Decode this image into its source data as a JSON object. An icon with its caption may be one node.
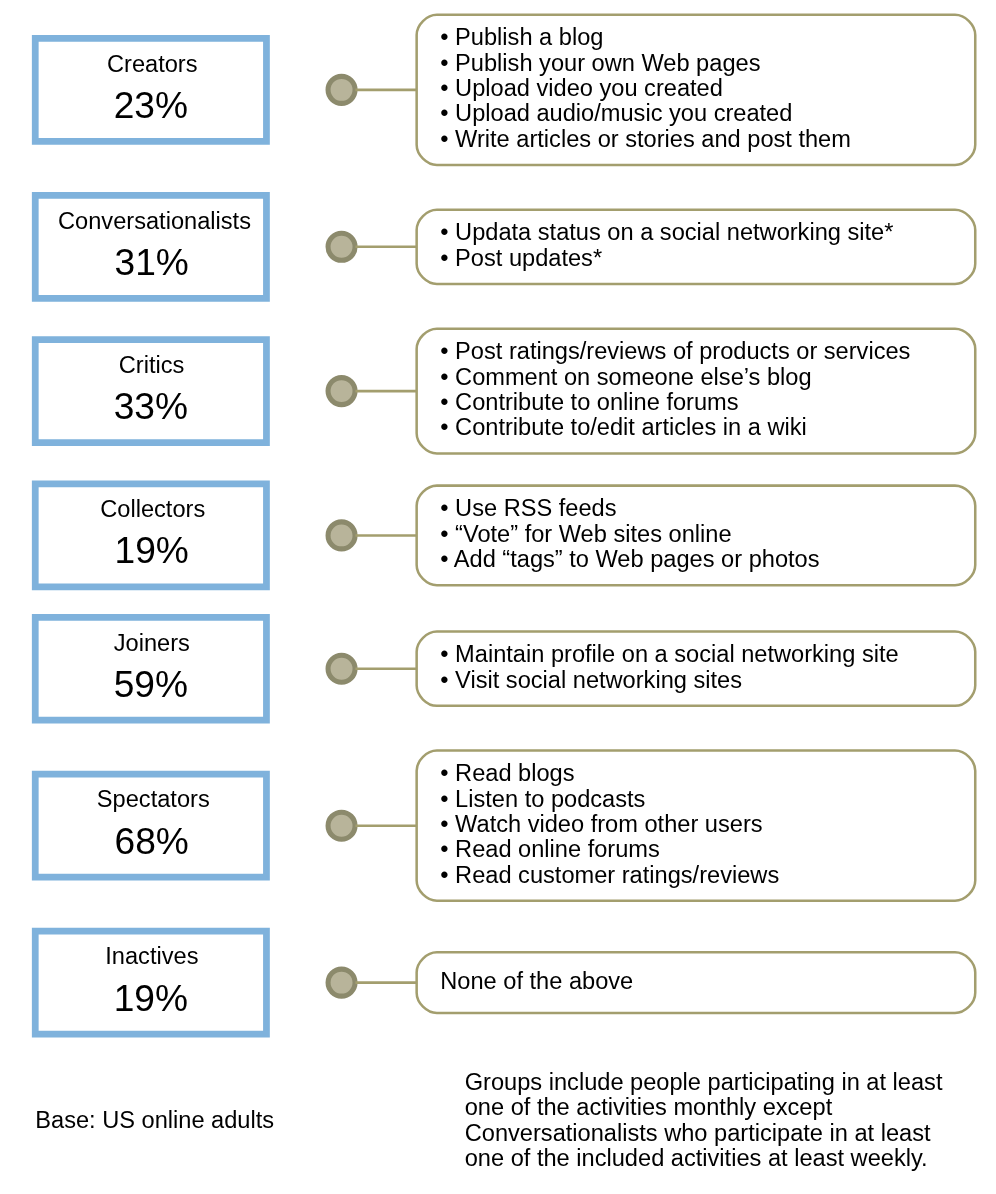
{
  "diagram": {
    "nodes": [
      {
        "text": [
          "Creators",
          "23%"
        ]
      },
      {
        "text": [],
        "shape": "circle"
      },
      {
        "text": [
          "• Publish a blog",
          "• Publish your own Web pages",
          "• Upload video you created",
          "• Upload audio/music you created",
          "• Write articles or stories and post them"
        ]
      },
      {
        "text": [
          "Conversationalists",
          "31%"
        ]
      },
      {
        "text": [],
        "shape": "circle"
      },
      {
        "text": [
          "• Updata status on a social networking site*",
          "• Post updates*"
        ]
      },
      {
        "text": [
          "Critics",
          "33%"
        ]
      },
      {
        "text": [],
        "shape": "circle"
      },
      {
        "text": [
          "• Post ratings/reviews of products or services",
          "• Comment on someone else’s blog",
          "• Contribute to online forums",
          "• Contribute to/edit articles in a wiki"
        ]
      },
      {
        "text": [
          "Collectors",
          "19%"
        ]
      },
      {
        "text": [],
        "shape": "circle"
      },
      {
        "text": [
          "• Use RSS feeds",
          "• “Vote” for Web sites online",
          "• Add “tags” to Web pages or photos"
        ]
      },
      {
        "text": [
          "Joiners",
          "59%"
        ]
      },
      {
        "text": [],
        "shape": "circle"
      },
      {
        "text": [
          "• Maintain profile on a social networking site",
          "• Visit social networking sites"
        ]
      },
      {
        "text": [
          "Spectators",
          "68%"
        ]
      },
      {
        "text": [],
        "shape": "circle"
      },
      {
        "text": [
          "• Read blogs",
          "• Listen to podcasts",
          "• Watch video from other users",
          "• Read online forums",
          "• Read customer ratings/reviews"
        ]
      },
      {
        "text": [
          "Inactives",
          "19%"
        ]
      },
      {
        "text": [],
        "shape": "circle"
      },
      {
        "text": [
          "None of the above"
        ]
      }
    ],
    "edges": [
      {
        "from": 1,
        "to": 2,
        "arrow": "none"
      },
      {
        "from": 4,
        "to": 5,
        "arrow": "none"
      },
      {
        "from": 7,
        "to": 8,
        "arrow": "none"
      },
      {
        "from": 10,
        "to": 11,
        "arrow": "none"
      },
      {
        "from": 13,
        "to": 14,
        "arrow": "none"
      },
      {
        "from": 16,
        "to": 17,
        "arrow": "none"
      },
      {
        "from": 19,
        "to": 20,
        "arrow": "none"
      }
    ],
    "labels": [
      "Groups include people participating in at least one of the activities monthly except Conversationalists who participate in at least one of the included activities at least weekly.",
      "Base: US online adults"
    ]
  }
}
